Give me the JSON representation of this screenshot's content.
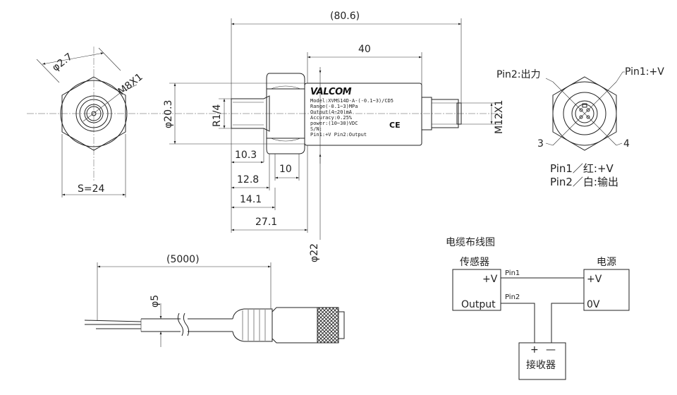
{
  "hex_view": {
    "dia_label": "φ2.7",
    "thread_label": "M8X1",
    "across_flats": "S=24"
  },
  "side_view": {
    "overall_length": "(80.6)",
    "body_length": "40",
    "body_dia": "φ20.3",
    "inlet_thread": "R1/4",
    "outlet_thread": "M12X1",
    "hex_dia": "φ22",
    "dim_10_3": "10.3",
    "dim_12_8": "12.8",
    "dim_10": "10",
    "dim_14_1": "14.1",
    "dim_27_1": "27.1"
  },
  "label": {
    "brand": "VALCOM",
    "lines": [
      "Model:XVMS14D-A-(-0.1~3)/CD5",
      "Range(-0.1~3)MPa",
      "Output(4~20)mA",
      "Accuracy:0.25%",
      "power:(10~30)VDC",
      "S/N:",
      "Pin1:+V    Pin2:Output"
    ],
    "ce": "CE"
  },
  "connector_view": {
    "pin2_label": "Pin2:出力",
    "pin1_label": "Pin1:+V",
    "pin3": "3",
    "pin4": "4",
    "legend_line1": "Pin1／红:+V",
    "legend_line2": "Pin2／白:输出"
  },
  "cable_view": {
    "length": "(5000)",
    "dia": "φ5"
  },
  "wiring": {
    "title": "电缆布线图",
    "sensor_title": "传感器",
    "power_title": "电源",
    "sensor_vplus": "+V",
    "sensor_output": "Output",
    "power_vplus": "+V",
    "power_0v": "0V",
    "wire_pin1": "Pin1",
    "wire_pin2": "Pin2",
    "receiver": "接收器",
    "receiver_plus": "+",
    "receiver_minus": "—"
  }
}
